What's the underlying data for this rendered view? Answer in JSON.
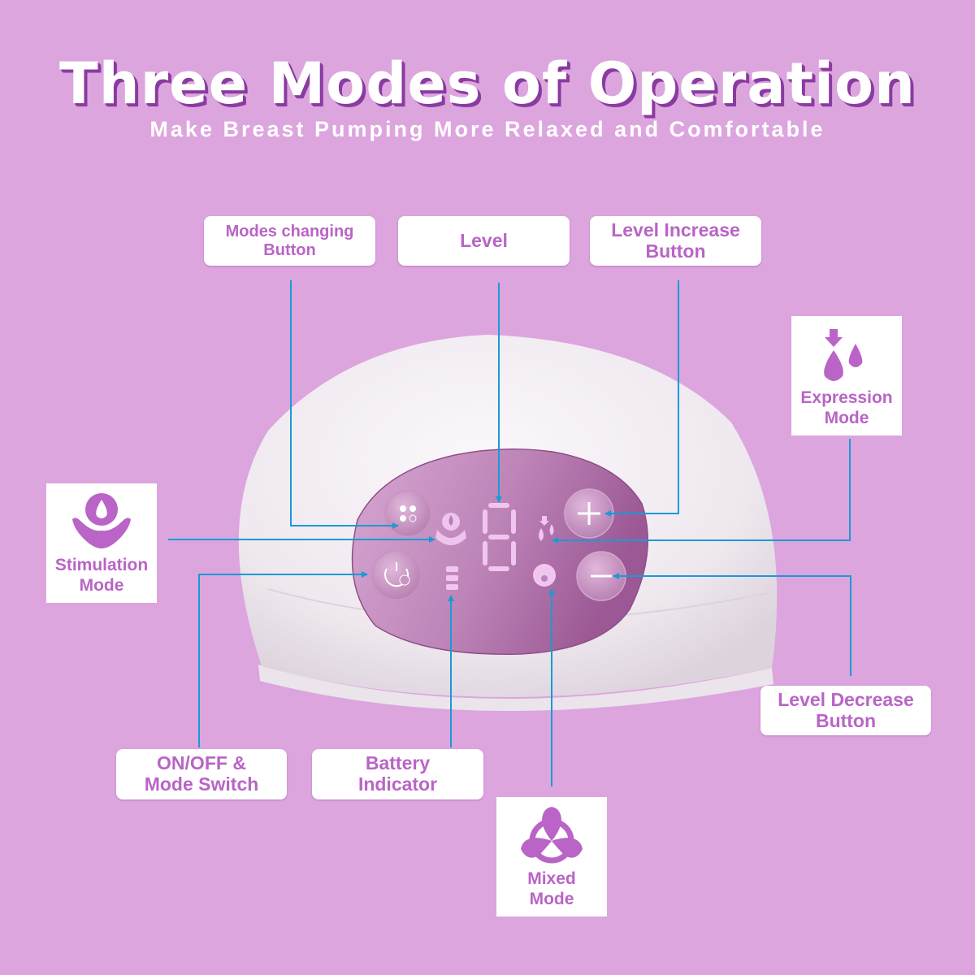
{
  "header": {
    "title": "Three Modes of Operation",
    "subtitle": "Make Breast Pumping More Relaxed and Comfortable"
  },
  "callouts": {
    "modes_changing": "Modes changing Button",
    "level": "Level",
    "level_increase": "Level Increase Button",
    "level_decrease": "Level Decrease Button",
    "on_off": "ON/OFF & Mode Switch",
    "battery": "Battery Indicator"
  },
  "modes": {
    "expression": {
      "label": "Expression Mode",
      "icon": "drops-icon"
    },
    "stimulation": {
      "label": "Stimulation Mode",
      "icon": "drop-in-hands-icon"
    },
    "mixed": {
      "label": "Mixed Mode",
      "icon": "three-petal-cycle-icon"
    }
  },
  "device": {
    "level_display": "8",
    "battery_bars": 3,
    "buttons": [
      "mode-button",
      "power-button",
      "plus-button",
      "minus-button"
    ]
  },
  "colors": {
    "background": "#dca5de",
    "accent_text": "#b964c6",
    "title_shadow": "#8a3aa0",
    "connector": "#1a9ad6",
    "panel": "#b06fa8"
  }
}
